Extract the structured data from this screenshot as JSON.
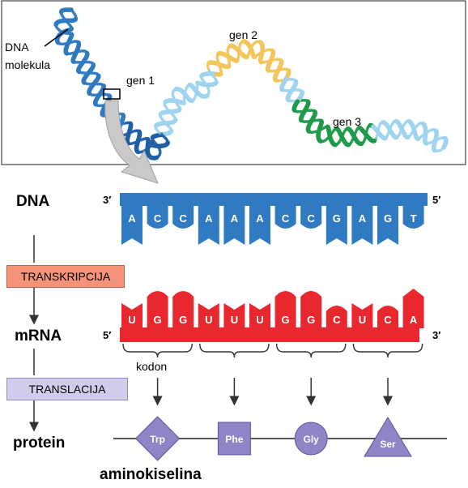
{
  "top": {
    "dna_molekula_line1": "DNA",
    "dna_molekula_line2": "molekula",
    "genes": [
      "gen 1",
      "gen 2",
      "gen 3"
    ]
  },
  "colors": {
    "dna_blue": "#2f7ac0",
    "dna_light_blue": "#9fd4ee",
    "gene2_yellow": "#f2c65a",
    "gene3_green": "#1e9a4a",
    "mrna_red": "#e8282e",
    "aminoacid_purple": "#8e84c6",
    "transkripcija_box": "#f4927a",
    "translacija_box": "#cfcdea"
  },
  "flow": {
    "dna_label": "DNA",
    "transcription_label": "TRANSKRIPCIJA",
    "mrna_label": "mRNA",
    "translation_label": "TRANSLACIJA",
    "protein_label": "protein"
  },
  "dna_strand": {
    "end_left": "3′",
    "end_right": "5′",
    "bases": [
      "A",
      "C",
      "C",
      "A",
      "A",
      "A",
      "C",
      "C",
      "G",
      "A",
      "G",
      "T"
    ]
  },
  "mrna_strand": {
    "end_left": "5′",
    "end_right": "3′",
    "bases": [
      "U",
      "G",
      "G",
      "U",
      "U",
      "U",
      "G",
      "G",
      "C",
      "U",
      "C",
      "A"
    ]
  },
  "codon_label": "kodon",
  "amino_acids": [
    {
      "name": "Trp",
      "shape": "diamond"
    },
    {
      "name": "Phe",
      "shape": "square"
    },
    {
      "name": "Gly",
      "shape": "circle"
    },
    {
      "name": "Ser",
      "shape": "triangle"
    }
  ],
  "aminokiselina_label": "aminokiselina"
}
